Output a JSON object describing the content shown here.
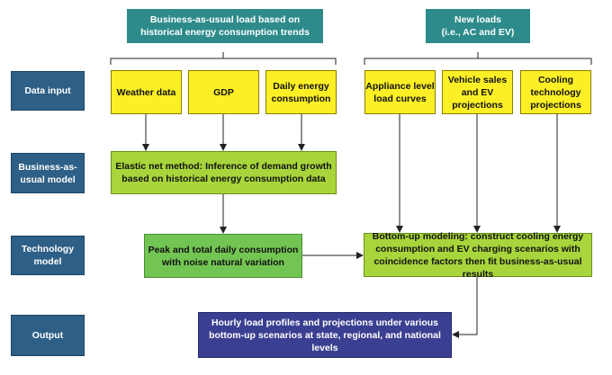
{
  "headers": {
    "bau": "Business-as-usual load based on\nhistorical energy consumption trends",
    "new_loads": "New loads\n(i.e., AC and EV)"
  },
  "stages": {
    "data_input": "Data input",
    "bau_model": "Business-as-\nusual model",
    "technology_model": "Technology\nmodel",
    "output": "Output"
  },
  "inputs": {
    "weather": "Weather data",
    "gdp": "GDP",
    "daily_energy": "Daily energy\nconsumption",
    "appliance": "Appliance level\nload curves",
    "vehicle": "Vehicle sales\nand EV\nprojections",
    "cooling": "Cooling\ntechnology\nprojections"
  },
  "models": {
    "elastic_net": "Elastic net method: Inference of demand growth\nbased on historical energy consumption data",
    "peak_total": "Peak and total daily consumption\nwith noise natural variation",
    "bottom_up": "Bottom-up modeling: construct cooling energy\nconsumption and EV charging scenarios with\ncoincidence factors then fit business-as-usual results"
  },
  "output_box": "Hourly load profiles and projections under various\nbottom-up scenarios at state, regional, and national levels",
  "colors": {
    "header_teal": "#2e8b8b",
    "stage_blue": "#2e5f86",
    "input_yellow": "#fcef26",
    "model_lime": "#a8d53b",
    "model_green": "#73c553",
    "output_navy": "#3b3f91"
  }
}
